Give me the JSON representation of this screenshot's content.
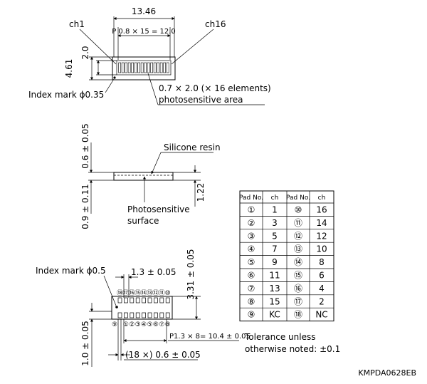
{
  "top_view": {
    "width_label": "13.46",
    "pitch_label": "P 0.8 × 15 = 12.0",
    "ch_first": "ch1",
    "ch_last": "ch16",
    "dim_2_0": "2.0",
    "dim_4_61": "4.61",
    "index_mark": "Index mark ϕ0.35",
    "element_spec_line1": "0.7 × 2.0 (× 16 elements)",
    "element_spec_line2": "photosensitive area"
  },
  "side_view": {
    "dim_top": "0.6 ± 0.05",
    "dim_bottom": "0.9 ± 0.11",
    "dim_right": "1.22",
    "resin_label": "Silicone resin",
    "surface_line1": "Photosensitive",
    "surface_line2": "surface"
  },
  "bottom_view": {
    "index_mark": "Index mark ϕ0.5",
    "pad_size": "1.3 ± 0.05",
    "dim_right": "3.31 ± 0.05",
    "dim_left": "1.0 ± 0.05",
    "pad_pitch": "P1.3 × 8= 10.4 ± 0.05",
    "pad_width": "(18 ×) 0.6 ± 0.05",
    "top_row_numbers": [
      "⑱",
      "⑰",
      "⑯",
      "⑮",
      "⑭",
      "⑬",
      "⑫",
      "⑪",
      "⑩"
    ],
    "bottom_row_numbers": [
      "⑨",
      "①",
      "②",
      "③",
      "④",
      "⑤",
      "⑥",
      "⑦",
      "⑧"
    ]
  },
  "tolerance_line1": "Tolerance unless",
  "tolerance_line2": "otherwise noted: ±0.1",
  "drawing_code": "KMPDA0628EB",
  "pad_table": {
    "headers": [
      "Pad No.",
      "ch",
      "Pad No.",
      "ch"
    ],
    "rows": [
      [
        "①",
        "1",
        "⑩",
        "16"
      ],
      [
        "②",
        "3",
        "⑪",
        "14"
      ],
      [
        "③",
        "5",
        "⑫",
        "12"
      ],
      [
        "④",
        "7",
        "⑬",
        "10"
      ],
      [
        "⑤",
        "9",
        "⑭",
        "8"
      ],
      [
        "⑥",
        "11",
        "⑮",
        "6"
      ],
      [
        "⑦",
        "13",
        "⑯",
        "4"
      ],
      [
        "⑧",
        "15",
        "⑰",
        "2"
      ],
      [
        "⑨",
        "KC",
        "⑱",
        "NC"
      ]
    ]
  }
}
